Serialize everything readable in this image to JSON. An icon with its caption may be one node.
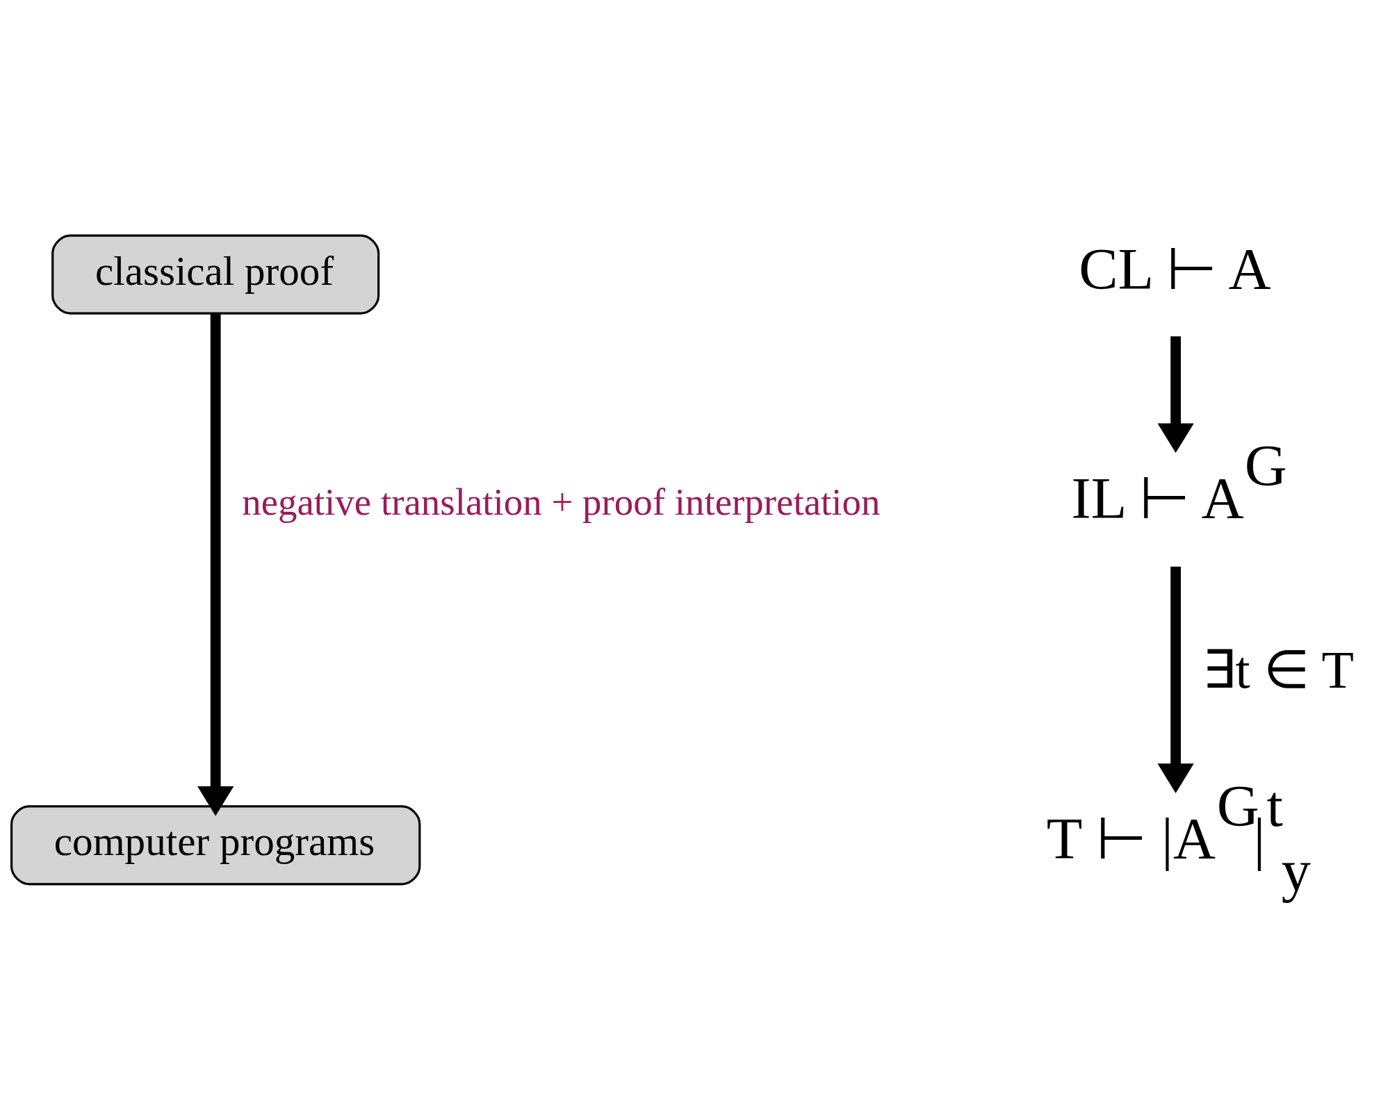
{
  "diagram": {
    "nodes": [
      {
        "text": [
          "classical proof"
        ]
      },
      {
        "text": [
          "computer programs"
        ]
      },
      {
        "text": [
          "CL ⊢ A"
        ]
      },
      {
        "text": [
          "IL ⊢ A$^{G}$"
        ]
      },
      {
        "text": [
          "T ⊢ |A$^{G}$|$^{t}$$_{y}$"
        ]
      }
    ],
    "edges": [
      {
        "from": 0,
        "to": 1,
        "arrow": "to",
        "label": "negative translation + proof interpretation"
      },
      {
        "from": 2,
        "to": 3,
        "arrow": "to"
      },
      {
        "from": 3,
        "to": 4,
        "arrow": "to",
        "label": "∃t ∈ T"
      }
    ]
  }
}
